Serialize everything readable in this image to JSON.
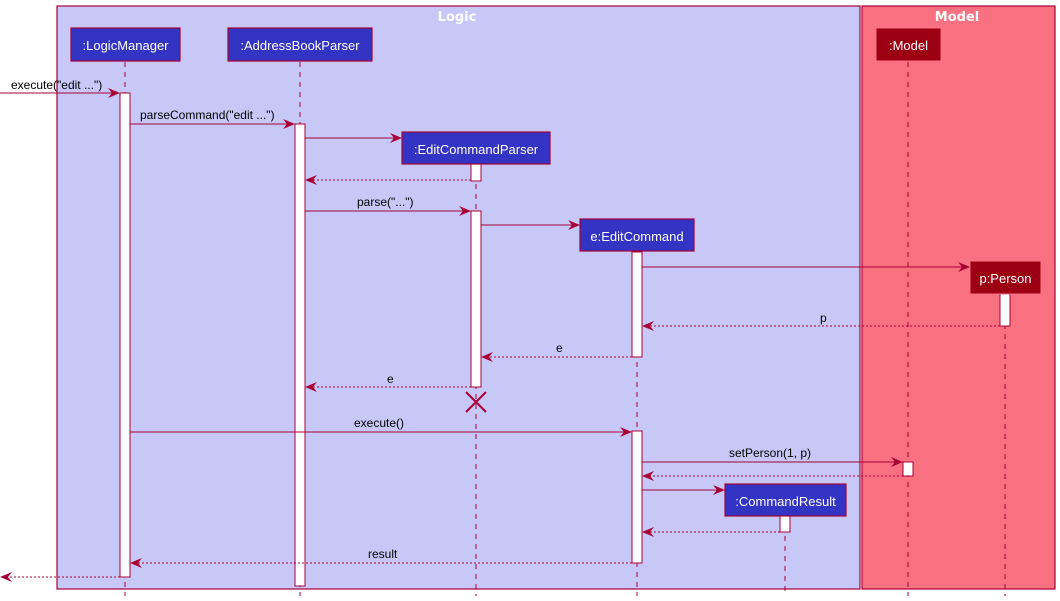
{
  "diagram": {
    "type": "sequence",
    "colors": {
      "line": "#A80036",
      "logic_bg": "#C8C8F8",
      "model_bg": "#F97181",
      "logic_participant": "#3333C4",
      "model_participant": "#9D0012",
      "activation": "#FFFFFF"
    },
    "packages": [
      {
        "id": "logic",
        "title": "Logic"
      },
      {
        "id": "model",
        "title": "Model"
      }
    ],
    "participants": [
      {
        "id": "lm",
        "label": ":LogicManager",
        "package": "logic"
      },
      {
        "id": "abp",
        "label": ":AddressBookParser",
        "package": "logic"
      },
      {
        "id": "ecp",
        "label": ":EditCommandParser",
        "package": "logic"
      },
      {
        "id": "ec",
        "label": "e:EditCommand",
        "package": "logic"
      },
      {
        "id": "cr",
        "label": ":CommandResult",
        "package": "logic"
      },
      {
        "id": "model",
        "label": ":Model",
        "package": "model"
      },
      {
        "id": "person",
        "label": "p:Person",
        "package": "model"
      }
    ],
    "messages": [
      {
        "from": "external",
        "to": "lm",
        "label": "execute(\"edit ...\")",
        "kind": "call"
      },
      {
        "from": "lm",
        "to": "abp",
        "label": "parseCommand(\"edit ...\")",
        "kind": "call"
      },
      {
        "from": "abp",
        "to": "ecp",
        "label": "",
        "kind": "create"
      },
      {
        "from": "ecp",
        "to": "abp",
        "label": "",
        "kind": "return"
      },
      {
        "from": "abp",
        "to": "ecp",
        "label": "parse(\"...\")",
        "kind": "call"
      },
      {
        "from": "ecp",
        "to": "ec",
        "label": "",
        "kind": "create"
      },
      {
        "from": "ec",
        "to": "person",
        "label": "",
        "kind": "create"
      },
      {
        "from": "person",
        "to": "ec",
        "label": "p",
        "kind": "return"
      },
      {
        "from": "ec",
        "to": "ecp",
        "label": "e",
        "kind": "return"
      },
      {
        "from": "ecp",
        "to": "abp",
        "label": "e",
        "kind": "return"
      },
      {
        "from": "lm",
        "to": "ec",
        "label": "execute()",
        "kind": "call"
      },
      {
        "from": "ec",
        "to": "model",
        "label": "setPerson(1, p)",
        "kind": "call"
      },
      {
        "from": "model",
        "to": "ec",
        "label": "",
        "kind": "return"
      },
      {
        "from": "ec",
        "to": "cr",
        "label": "",
        "kind": "create"
      },
      {
        "from": "cr",
        "to": "ec",
        "label": "",
        "kind": "return"
      },
      {
        "from": "ec",
        "to": "lm",
        "label": "result",
        "kind": "return"
      },
      {
        "from": "lm",
        "to": "external",
        "label": "",
        "kind": "return"
      }
    ],
    "destroyed": [
      "ecp"
    ]
  }
}
